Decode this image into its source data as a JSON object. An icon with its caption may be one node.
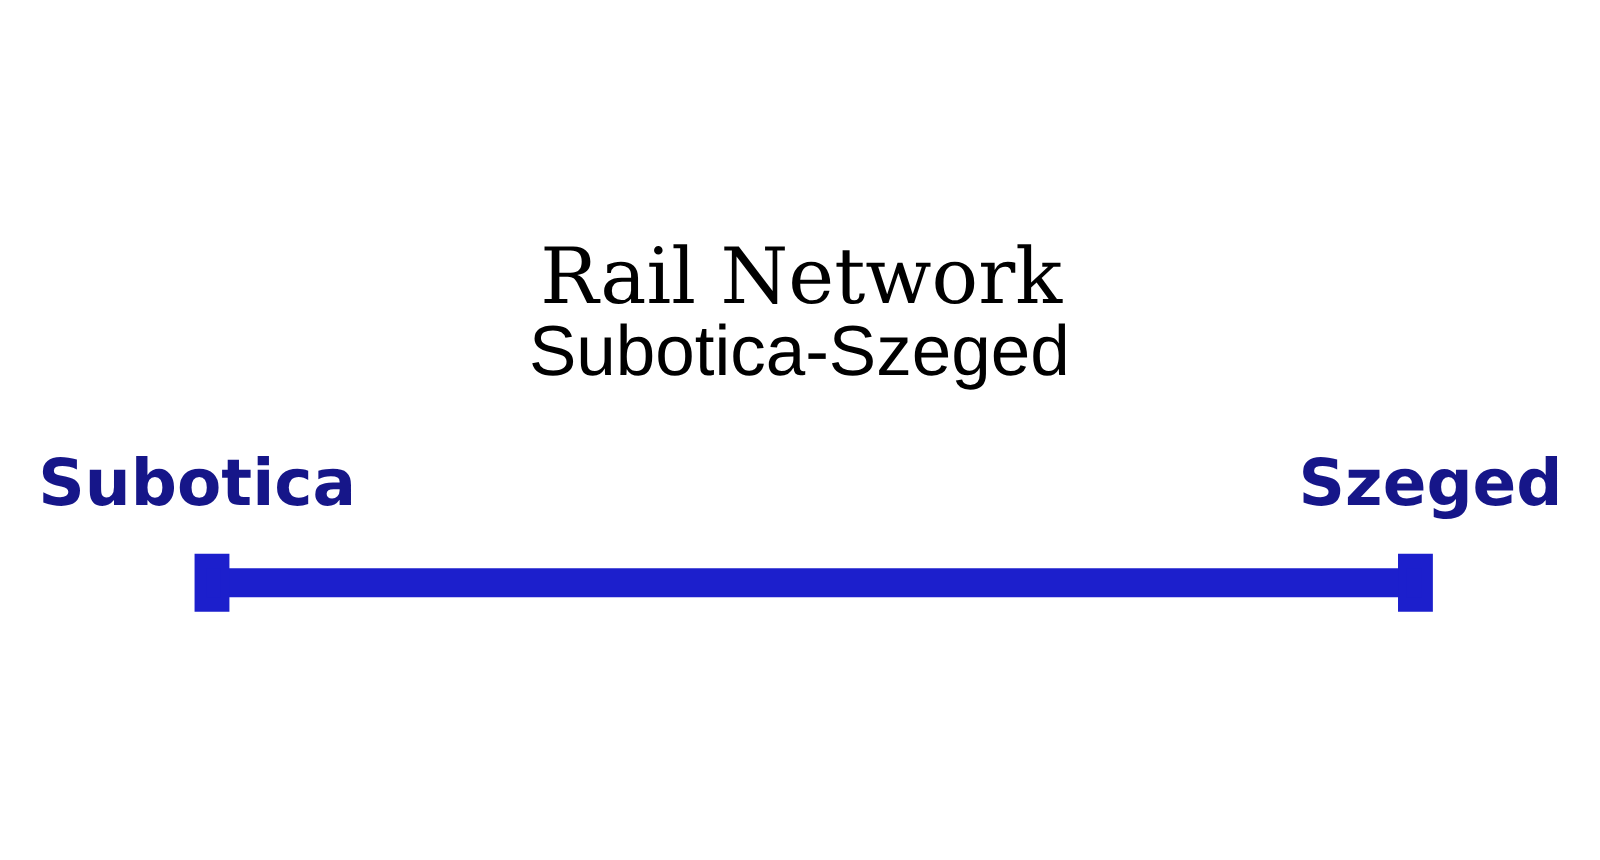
{
  "diagram": {
    "title": "Rail Network",
    "caption": "Subotica-Szeged",
    "nodes": [
      {
        "text": [
          "Subotica"
        ]
      },
      {
        "text": [
          "Szeged"
        ]
      }
    ],
    "edges": [
      {
        "from": 0,
        "to": 1,
        "arrow": "other"
      }
    ]
  }
}
